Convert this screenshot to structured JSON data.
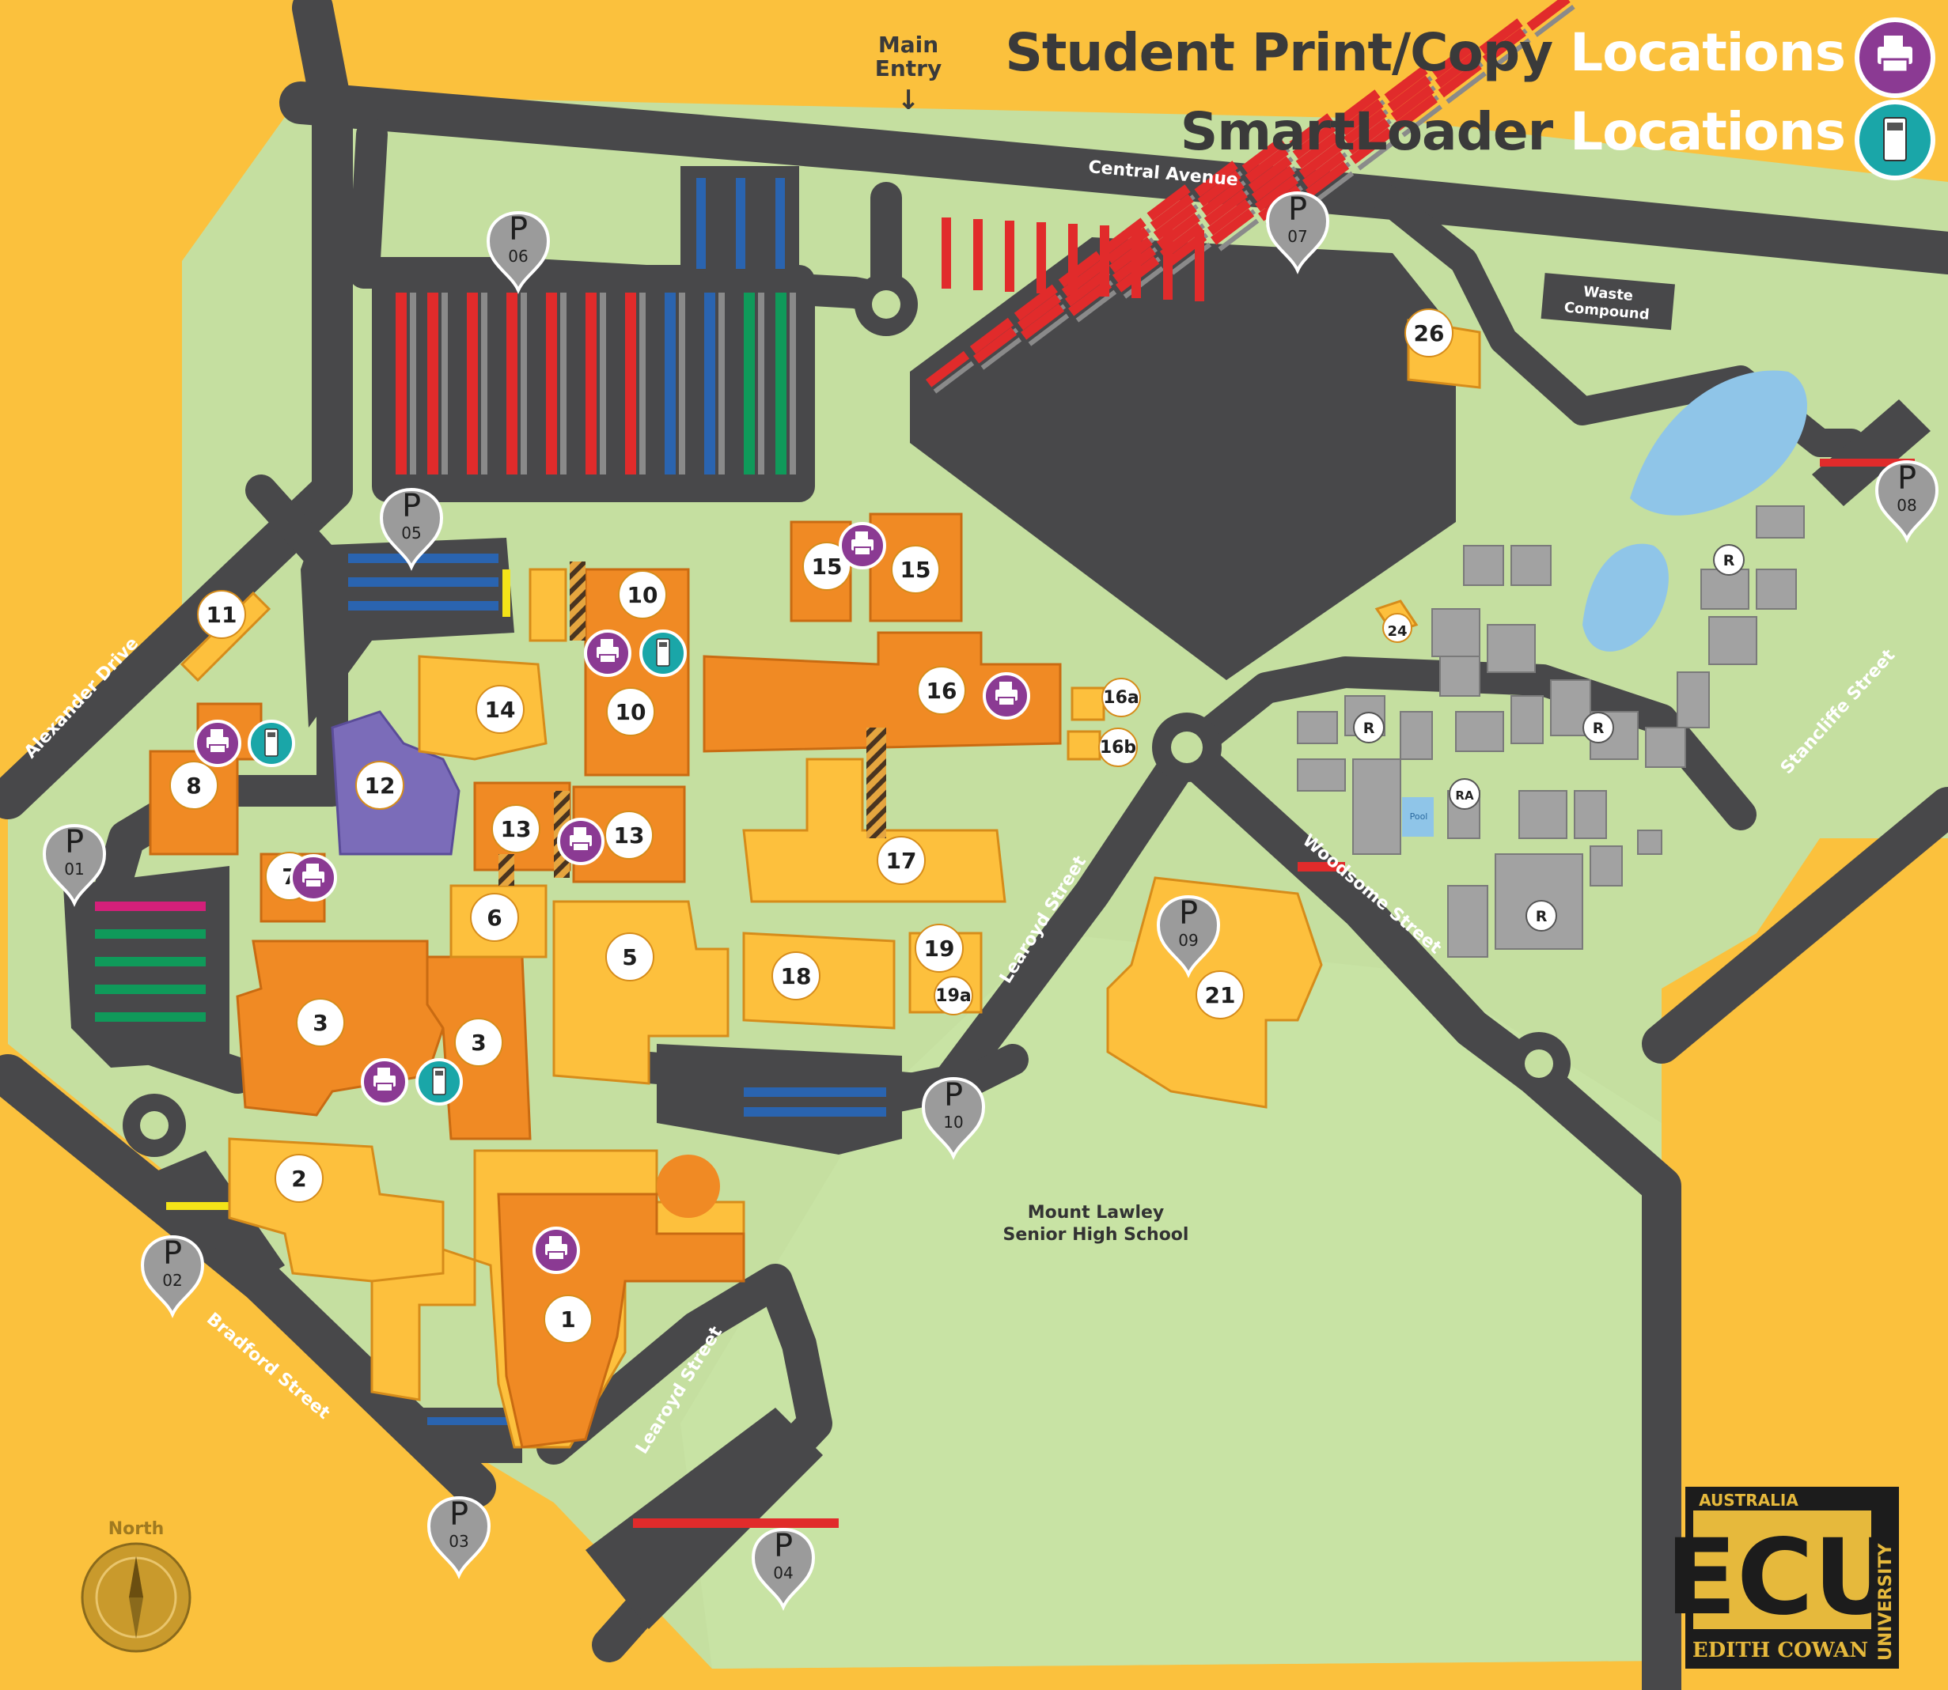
{
  "legend": {
    "print": {
      "title": "Student Print/Copy",
      "suffix": "Locations",
      "icon": "printer-icon",
      "color": "#8b3a93"
    },
    "smartloader": {
      "title": "SmartLoader",
      "suffix": "Locations",
      "icon": "smartloader-icon",
      "color": "#1aa6a8"
    }
  },
  "main_entry": "Main Entry",
  "streets": {
    "central_avenue": "Central Avenue",
    "alexander_drive": "Alexander Drive",
    "bradford_street": "Bradford Street",
    "learoyd_street_north": "Learoyd Street",
    "learoyd_street_south": "Learoyd Street",
    "woodsome_street": "Woodsome Street",
    "stancliffe_street": "Stancliffe Street"
  },
  "areas": {
    "waste_compound": "Waste Compound",
    "school": "Mount Lawley Senior High School",
    "pool": "Pool"
  },
  "parking": [
    {
      "letter": "P",
      "num": "01"
    },
    {
      "letter": "P",
      "num": "02"
    },
    {
      "letter": "P",
      "num": "03"
    },
    {
      "letter": "P",
      "num": "04"
    },
    {
      "letter": "P",
      "num": "05"
    },
    {
      "letter": "P",
      "num": "06"
    },
    {
      "letter": "P",
      "num": "07"
    },
    {
      "letter": "P",
      "num": "08"
    },
    {
      "letter": "P",
      "num": "09"
    },
    {
      "letter": "P",
      "num": "10"
    }
  ],
  "buildings": [
    "1",
    "2",
    "3",
    "3",
    "5",
    "6",
    "7",
    "8",
    "10",
    "10",
    "11",
    "12",
    "13",
    "13",
    "14",
    "15",
    "15",
    "16",
    "16a",
    "16b",
    "17",
    "18",
    "19",
    "19a",
    "21",
    "24",
    "26"
  ],
  "residences": [
    "R",
    "R",
    "R",
    "R",
    "RA"
  ],
  "compass": {
    "label": "North",
    "icon": "compass-icon"
  },
  "logo": {
    "top": "AUSTRALIA",
    "main": "ECU",
    "bottom": "EDITH COWAN",
    "side": "UNIVERSITY"
  },
  "colors": {
    "background": "#fbc13d",
    "grass": "#c5dfa0",
    "road": "#48484a",
    "path": "#e3e3e3",
    "building_orange": "#f08a24",
    "building_yellow": "#fdc03d",
    "building_purple": "#7b6cb9",
    "residence_grey": "#a2a2a2",
    "parking_red": "#e12b2b",
    "parking_blue": "#2a64b0",
    "parking_green": "#0f9a5a",
    "parking_magenta": "#d4207a",
    "water": "#8fc5e8"
  }
}
